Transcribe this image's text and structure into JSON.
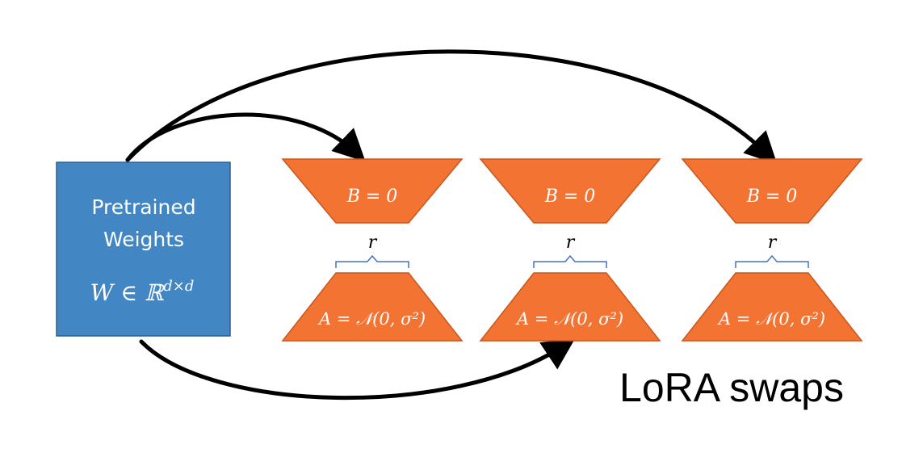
{
  "pretrained": {
    "line1": "Pretrained",
    "line2": "Weights",
    "formula": "W ∈ ℝ^{d×d}",
    "formula_base": "W ∈ ℝ",
    "formula_sup": "d×d",
    "fill": "#4286c4"
  },
  "adapters": [
    {
      "b_label": "B = 0",
      "rank_label": "r",
      "a_label": "A = 𝒩(0, σ²)"
    },
    {
      "b_label": "B = 0",
      "rank_label": "r",
      "a_label": "A = 𝒩(0, σ²)"
    },
    {
      "b_label": "B = 0",
      "rank_label": "r",
      "a_label": "A = 𝒩(0, σ²)"
    }
  ],
  "caption": "LoRA swaps",
  "colors": {
    "adapter_fill": "#f37333",
    "adapter_stroke": "#c9571d",
    "brace": "#4472c4",
    "arrow": "#000000"
  }
}
